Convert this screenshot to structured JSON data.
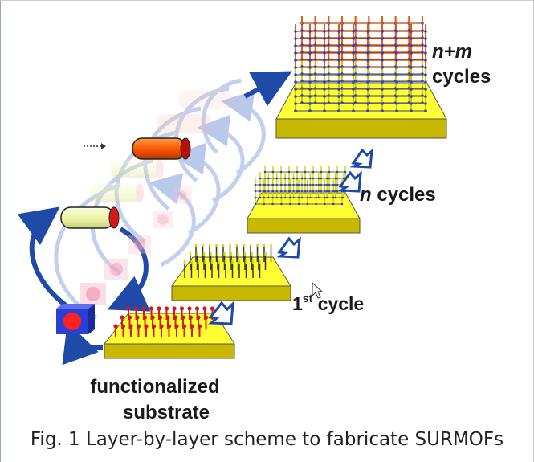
{
  "labels": {
    "functionalized": "functionalized",
    "substrate": "substrate",
    "first_num": "1",
    "first_sup": "st",
    "first_cycle": " cycle",
    "n": "n",
    "n_cycles": " cycles",
    "nm": "n+m",
    "nm_cycles": "cycles"
  },
  "caption": "Fig. 1 Layer-by-layer scheme to fabricate SURMOFs",
  "colors": {
    "substrate_top": "#ffff1a",
    "substrate_side": "#c8b800",
    "arrow_blue": "#1f4aa8",
    "cylinder_orange": "#ff5a00",
    "cylinder_yellow": "#f2f7b0",
    "node_blue": "#2a3fd6",
    "rod_red": "#d81818"
  }
}
